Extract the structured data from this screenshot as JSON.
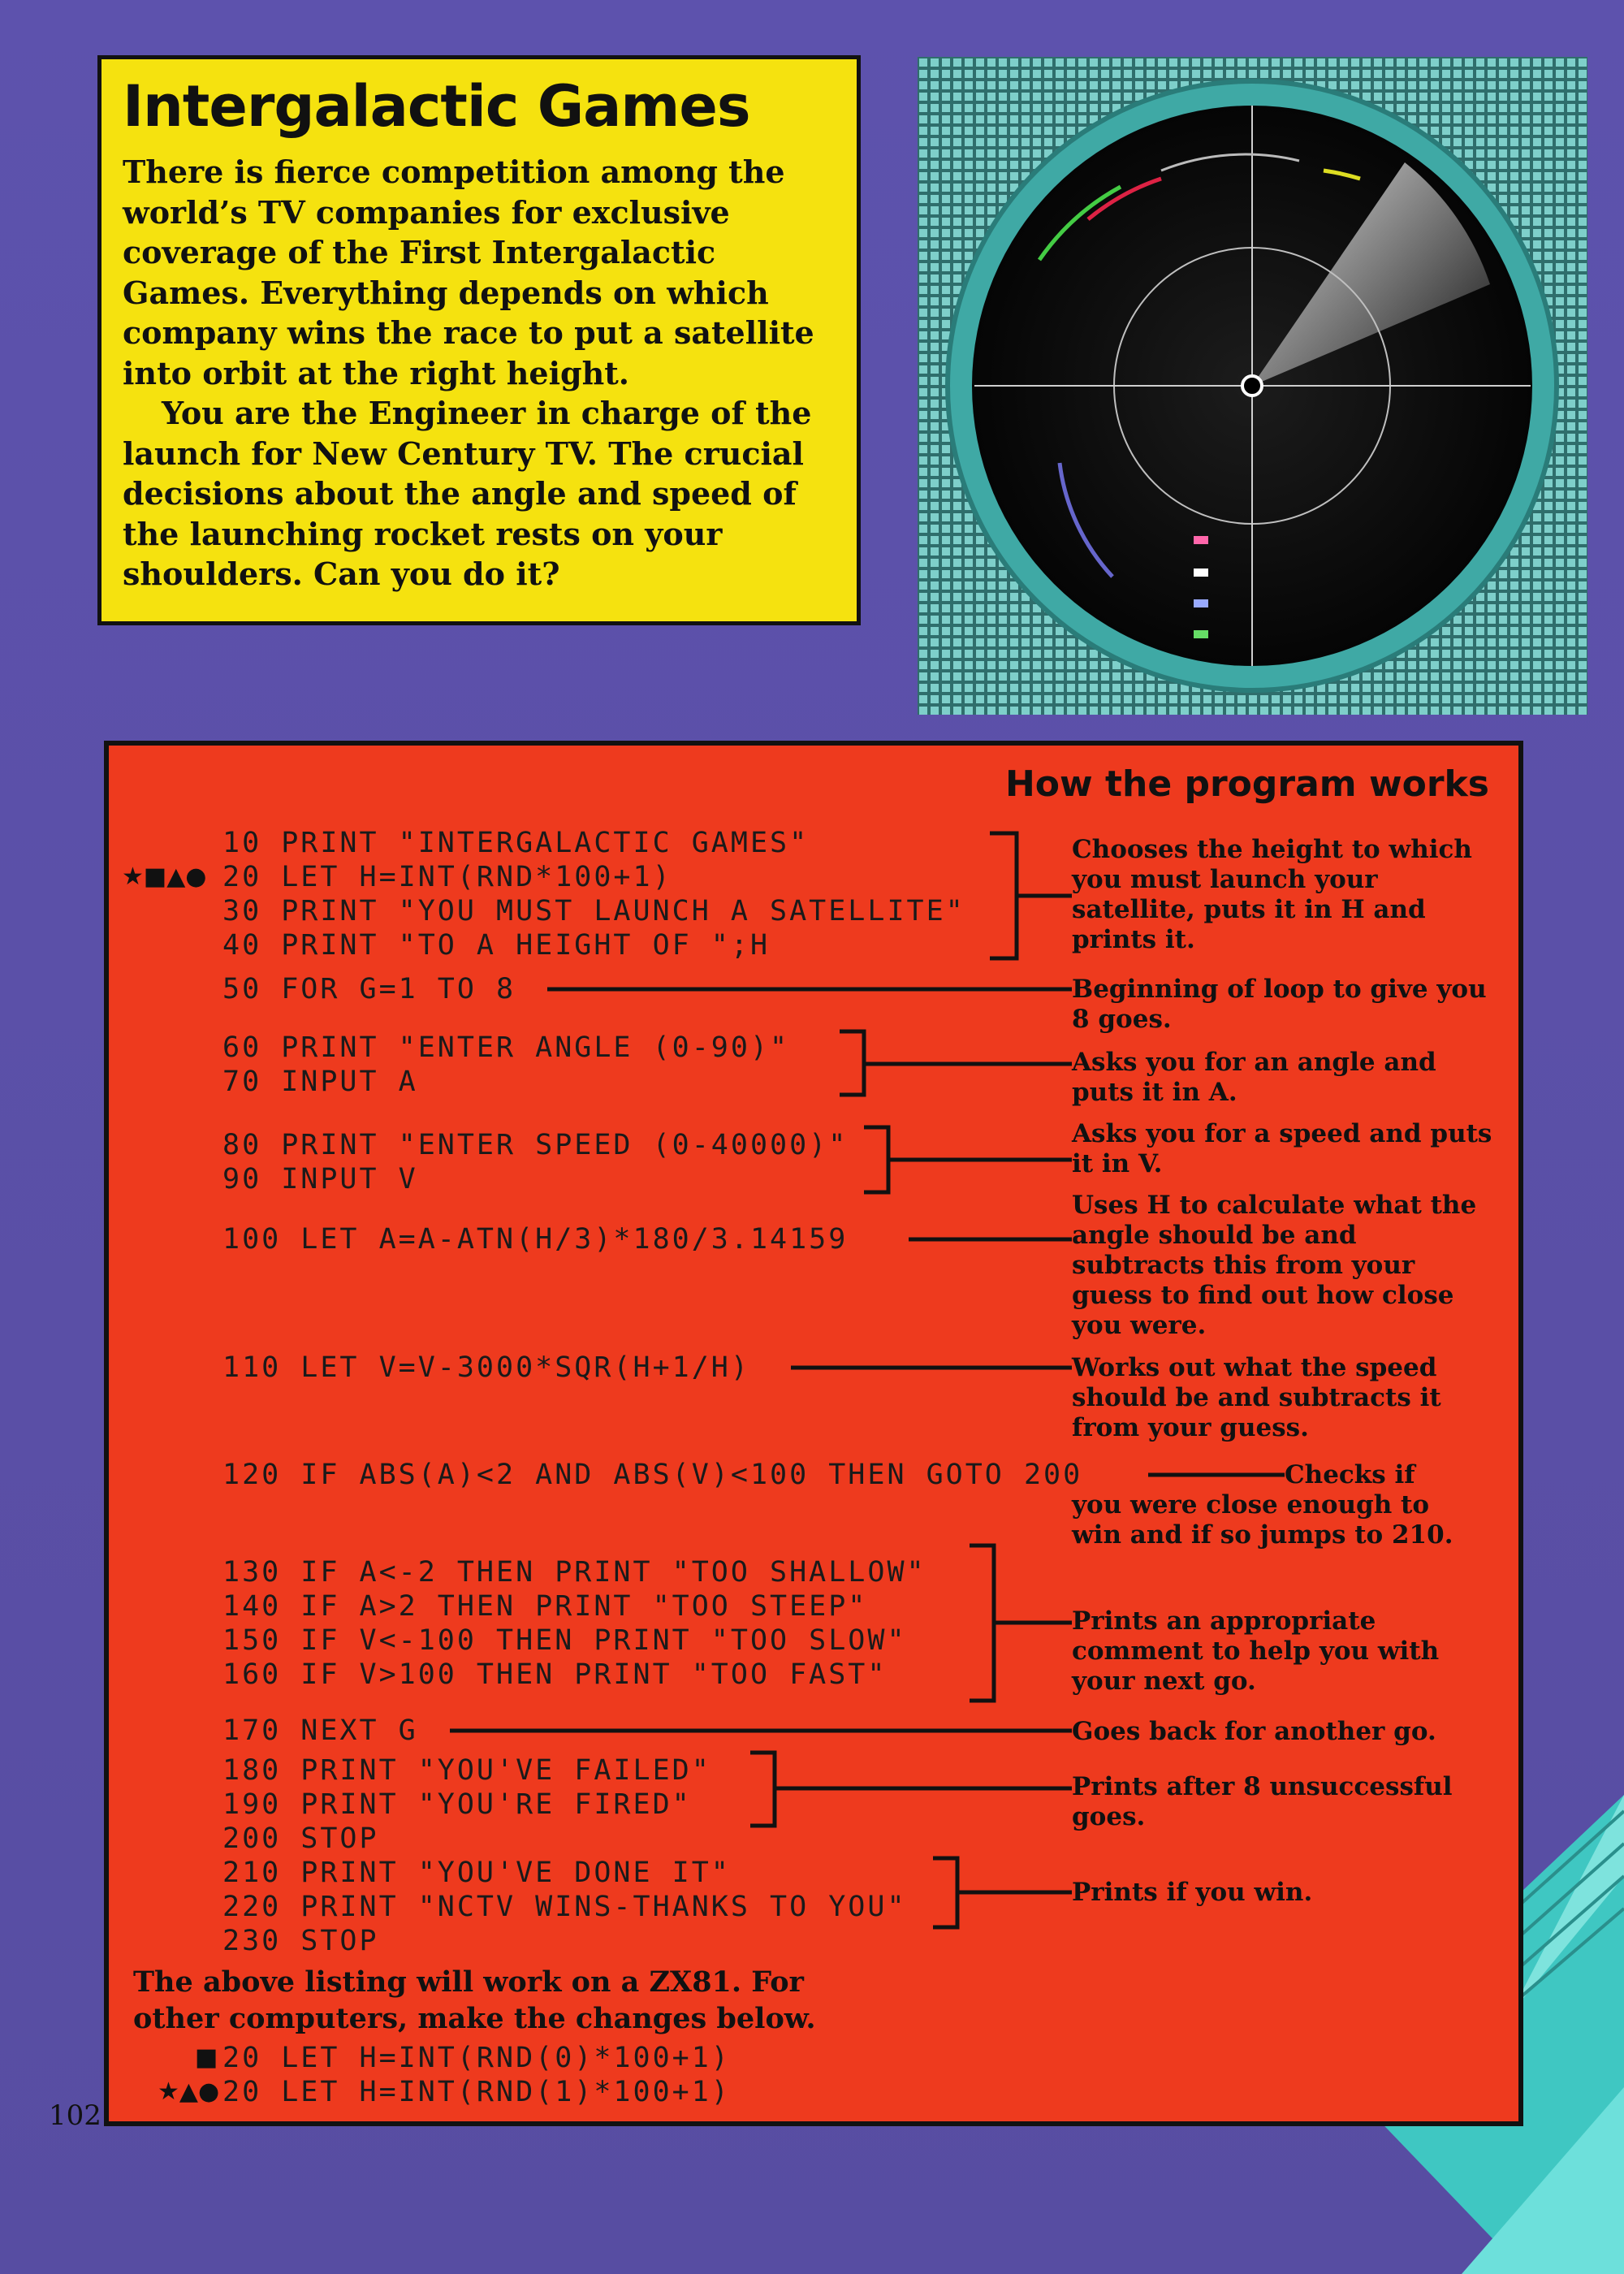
{
  "title": "Intergalactic Games",
  "intro": {
    "paragraph1": "There is fierce competition among the world’s TV companies for exclusive coverage of the First Intergalactic Games. Everything depends on which company wins the race to put a satellite into orbit at the right height.",
    "paragraph2": "You are the Engineer in charge of the launch for New Century TV. The crucial decisions about the angle and speed of the launching rocket rests on your shoulders. Can you do it?"
  },
  "listing": {
    "heading": "How the program works",
    "lines": [
      "10 PRINT \"INTERGALACTIC GAMES\"",
      "20 LET H=INT(RND*100+1)",
      "30 PRINT \"YOU MUST LAUNCH A SATELLITE\"",
      "40 PRINT \"TO A HEIGHT OF \";H",
      "50 FOR G=1 TO 8",
      "60 PRINT \"ENTER ANGLE (0-90)\"",
      "70 INPUT A",
      "80 PRINT \"ENTER SPEED (0-40000)\"",
      "90 INPUT V",
      "100 LET A=A-ATN(H/3)*180/3.14159",
      "110 LET V=V-3000*SQR(H+1/H)",
      "120 IF ABS(A)<2 AND ABS(V)<100 THEN GOTO 200",
      "130 IF A<-2 THEN PRINT \"TOO SHALLOW\"",
      "140 IF A>2 THEN PRINT \"TOO STEEP\"",
      "150 IF V<-100 THEN PRINT \"TOO SLOW\"",
      "160 IF V>100 THEN PRINT \"TOO FAST\"",
      "170 NEXT G",
      "180 PRINT \"YOU'VE FAILED\"",
      "190 PRINT \"YOU'RE FIRED\"",
      "200 STOP",
      "210 PRINT \"YOU'VE DONE IT\"",
      "220 PRINT \"NCTV WINS-THANKS TO YOU\"",
      "230 STOP"
    ],
    "line20_marker": "★■▲●",
    "notes": [
      "Chooses the height to which you must launch your satellite, puts it in H and prints it.",
      "Beginning of loop to give you 8 goes.",
      "Asks you for an angle and puts it in A.",
      "Asks you for a speed and puts it in V.",
      "Uses H to calculate what the angle should be and subtracts this from your guess to find out how close you were.",
      "Works out what the speed should be and subtracts it from your guess.",
      "Checks if you were close enough to win and if so jumps to 210.",
      "Prints an appropriate comment to help you with your next go.",
      "Goes back for another go.",
      "Prints after 8 unsuccessful goes.",
      "Prints if you win."
    ],
    "footer": "The above listing will work on a ZX81. For other computers, make the changes below.",
    "alt_lines": [
      {
        "marker": "■",
        "code": "20 LET H=INT(RND(0)*100+1)"
      },
      {
        "marker": "★▲●",
        "code": "20 LET H=INT(RND(1)*100+1)"
      }
    ]
  },
  "page_number": "102",
  "colors": {
    "background": "#5a4fa8",
    "intro_box": "#f5e20f",
    "listing_box": "#ee3a1e",
    "text": "#111111"
  }
}
